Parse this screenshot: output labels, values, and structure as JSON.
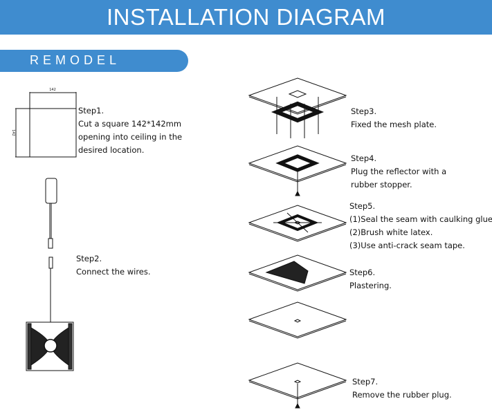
{
  "header": {
    "title": "INSTALLATION DIAGRAM"
  },
  "section": {
    "label": "REMODEL"
  },
  "dimensions": {
    "width": "142",
    "height": "142"
  },
  "steps": [
    {
      "title": "Step1.",
      "lines": [
        "Cut a square 142*142mm",
        "opening into ceiling in the",
        "desired location."
      ]
    },
    {
      "title": "Step2.",
      "lines": [
        "Connect the wires."
      ]
    },
    {
      "title": "Step3.",
      "lines": [
        "Fixed the mesh plate."
      ]
    },
    {
      "title": "Step4.",
      "lines": [
        "Plug the reflector with a",
        "rubber stopper."
      ]
    },
    {
      "title": "Step5.",
      "lines": [
        "(1)Seal the seam with caulking glue.",
        "(2)Brush white latex.",
        "(3)Use anti-crack seam tape."
      ]
    },
    {
      "title": "Step6.",
      "lines": [
        "Plastering."
      ]
    },
    {
      "title": "Step7.",
      "lines": [
        "Remove the rubber plug."
      ]
    }
  ],
  "colors": {
    "accent": "#3f8ccf"
  }
}
